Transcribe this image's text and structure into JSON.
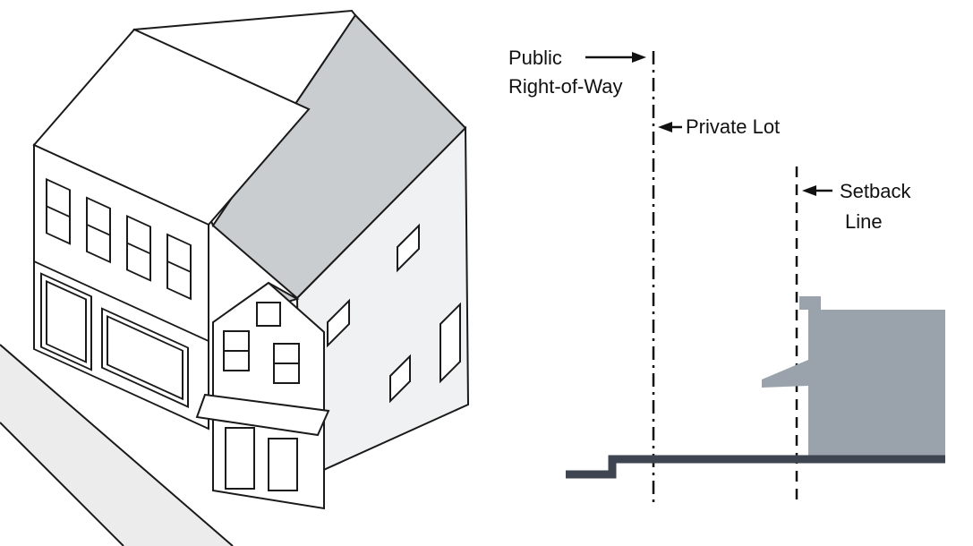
{
  "diagram": {
    "labels": {
      "public_row": {
        "line1": "Public",
        "line2": "Right-of-Way"
      },
      "private_lot": "Private Lot",
      "setback": {
        "line1": "Setback",
        "line2": "Line"
      }
    },
    "icons": {
      "public_row_arrow": "arrow-right",
      "private_lot_arrow": "arrow-left",
      "setback_arrow": "arrow-left"
    },
    "colors": {
      "outline": "#1a1a1a",
      "roof_gray": "#c9cdd0",
      "wall_light": "#eff1f2",
      "street_gray": "#ececec",
      "building_gray": "#9aa2ab",
      "ground_dark": "#3e4550",
      "label_text": "#111111"
    }
  }
}
